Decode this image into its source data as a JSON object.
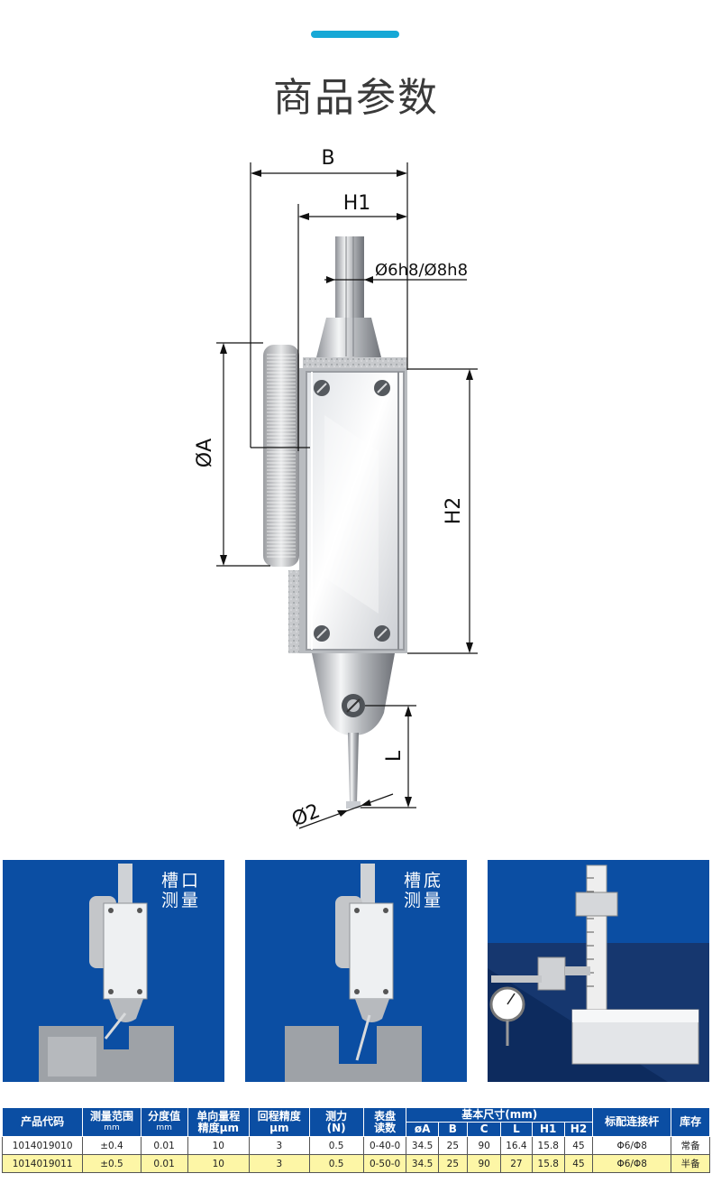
{
  "page": {
    "title": "商品参数",
    "colors": {
      "accent": "#16a8d6",
      "panel": "#0b4ea3",
      "highlight_row": "#fdf6a6"
    }
  },
  "diagram": {
    "labels": {
      "b": "B",
      "h1": "H1",
      "stem": "Ø6h8/Ø8h8",
      "a": "ØA",
      "h2": "H2",
      "l": "L",
      "d2": "Ø2"
    }
  },
  "panels": [
    {
      "caption_line1": "槽口",
      "caption_line2": "测量"
    },
    {
      "caption_line1": "槽底",
      "caption_line2": "测量"
    },
    {
      "scene": "height-gauge-with-dial-indicator"
    }
  ],
  "table": {
    "headers": {
      "code": "产品代码",
      "range": "测量范围",
      "range_unit": "mm",
      "div": "分度值",
      "div_unit": "mm",
      "accuracy_1": "单向量程",
      "accuracy_2": "精度μm",
      "return_1": "回程精度",
      "return_2": "μm",
      "force_1": "测力",
      "force_2": "(N)",
      "dial_1": "表盘",
      "dial_2": "读数",
      "basic": "基本尺寸(mm)",
      "dims": [
        "øA",
        "B",
        "C",
        "L",
        "H1",
        "H2"
      ],
      "rod": "标配连接杆",
      "stock": "库存"
    },
    "rows": [
      {
        "code": "1014019010",
        "range": "±0.4",
        "div": "0.01",
        "accuracy": "10",
        "return": "3",
        "force": "0.5",
        "dial": "0-40-0",
        "dims": [
          "34.5",
          "25",
          "90",
          "16.4",
          "15.8",
          "45"
        ],
        "rod": "Φ6/Φ8",
        "stock": "常备"
      },
      {
        "code": "1014019011",
        "range": "±0.5",
        "div": "0.01",
        "accuracy": "10",
        "return": "3",
        "force": "0.5",
        "dial": "0-50-0",
        "dims": [
          "34.5",
          "25",
          "90",
          "27",
          "15.8",
          "45"
        ],
        "rod": "Φ6/Φ8",
        "stock": "半备"
      }
    ]
  }
}
